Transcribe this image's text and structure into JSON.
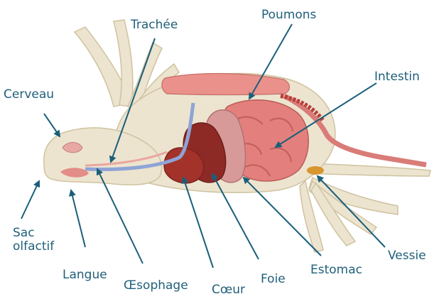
{
  "labels": {
    "trachee": "Trachée",
    "poumons": "Poumons",
    "cerveau": "Cerveau",
    "intestin": "Intestin",
    "sac_line1": "Sac",
    "sac_line2": "olfactif",
    "langue": "Langue",
    "oesophage": "Œsophage",
    "coeur": "Cœur",
    "foie": "Foie",
    "estomac": "Estomac",
    "vessie": "Vessie"
  },
  "colors": {
    "label_text": "#1f5f7a",
    "leader_line": "#1a5f7a",
    "bone": "#e6dcc4",
    "lung": "#e9918a",
    "intestine": "#e3807d",
    "liver": "#8e2a25",
    "stomach": "#d79a98",
    "heart": "#a3322b",
    "bladder": "#d8962f",
    "trachea": "#8fa4d6"
  }
}
